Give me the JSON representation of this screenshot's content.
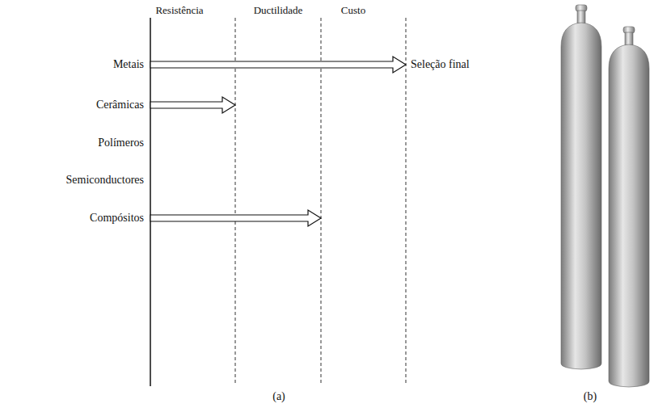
{
  "diagram": {
    "labels": [
      "Resistência",
      "Ductilidade",
      "Custo",
      "Metais",
      "Cerâmicas",
      "Polímeros",
      "Semiconductores",
      "Compósitos",
      "Seleção final",
      "(a)",
      "(b)"
    ]
  }
}
